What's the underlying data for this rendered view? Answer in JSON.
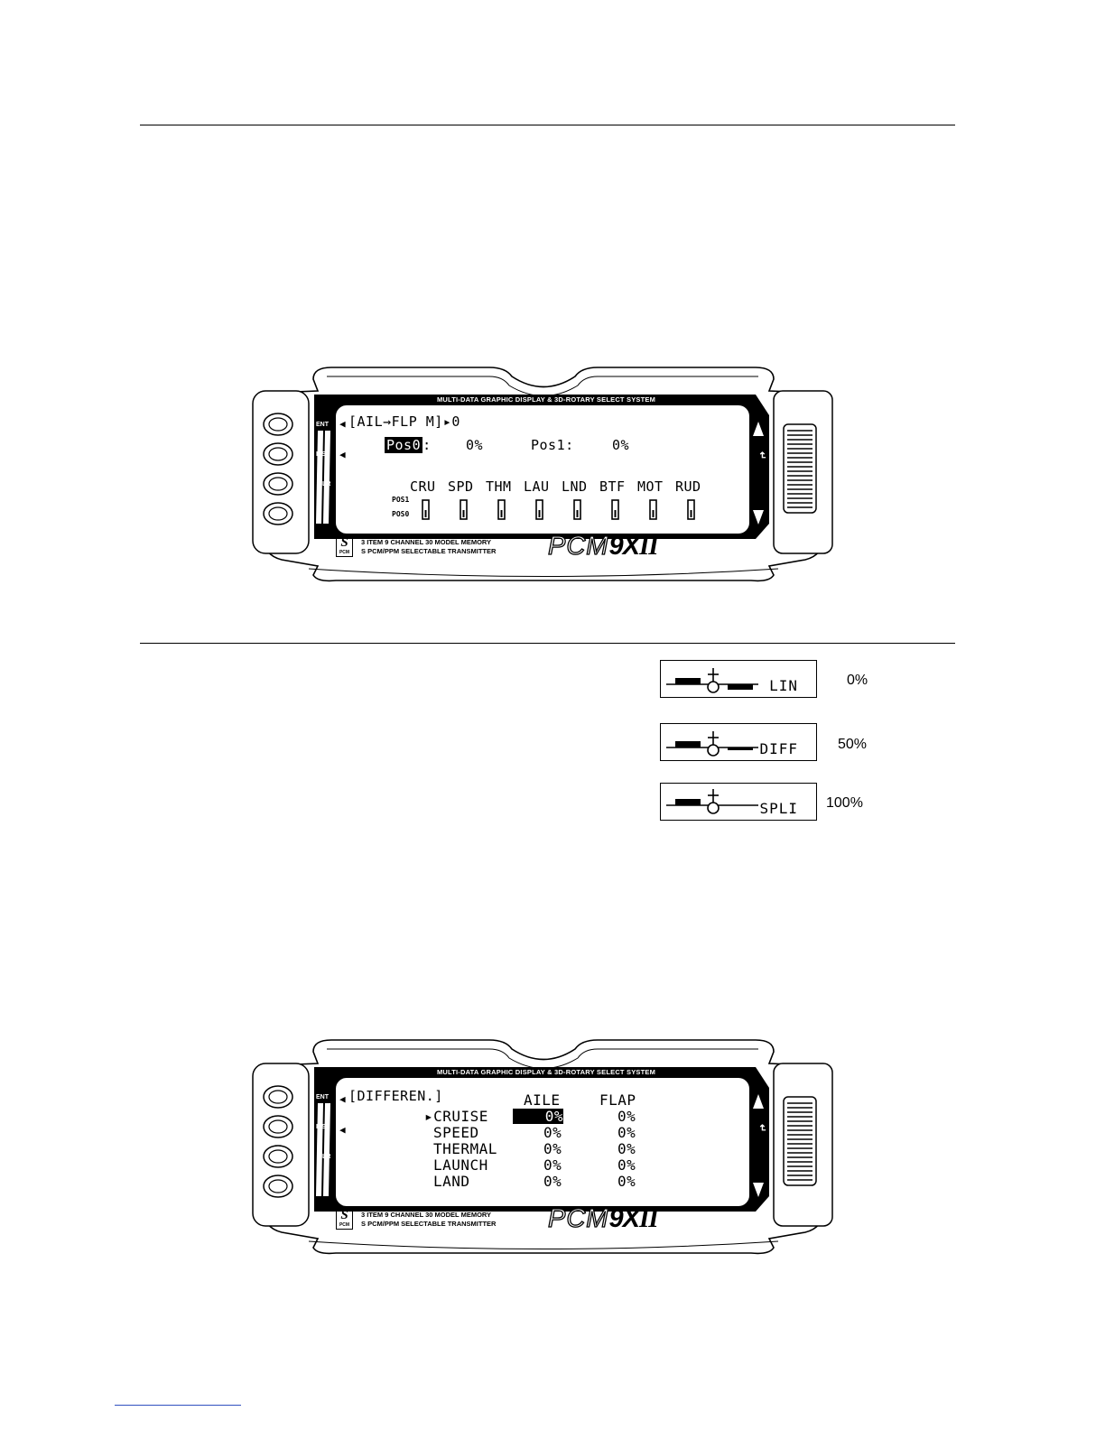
{
  "screen1": {
    "header": "MULTI-DATA GRAPHIC DISPLAY & 3D-ROTARY SELECT SYSTEM",
    "buttons": [
      "ENT",
      "LIST",
      "CLR"
    ],
    "title": "[AIL→FLP M]▸0",
    "pos0_label": "Pos0",
    "pos0_colon": ":",
    "pos0_value": "0%",
    "pos1_label": "Pos1:",
    "pos1_value": "0%",
    "modes": [
      "CRU",
      "SPD",
      "THM",
      "LAU",
      "LND",
      "BTF",
      "MOT",
      "RUD"
    ],
    "pos1_tag": "POS1",
    "pos0_tag": "POS0"
  },
  "screen2": {
    "header": "MULTI-DATA GRAPHIC DISPLAY & 3D-ROTARY SELECT SYSTEM",
    "buttons": [
      "ENT",
      "LIST",
      "CLR"
    ],
    "title": "[DIFFEREN.]",
    "col_aile": "AILE",
    "col_flap": "FLAP",
    "rows": [
      {
        "name": "▸CRUISE",
        "aile": "0%",
        "flap": "0%"
      },
      {
        "name": "SPEED",
        "aile": "0%",
        "flap": "0%"
      },
      {
        "name": "THERMAL",
        "aile": "0%",
        "flap": "0%"
      },
      {
        "name": "LAUNCH",
        "aile": "0%",
        "flap": "0%"
      },
      {
        "name": "LAND",
        "aile": "0%",
        "flap": "0%"
      }
    ]
  },
  "brand": {
    "s_letter": "S",
    "s_sub": "PCM",
    "line1": "3 ITEM  9 CHANNEL  30 MODEL MEMORY",
    "line2": "S PCM/PPM SELECTABLE TRANSMITTER",
    "logo_pcm": "PCM",
    "logo_9x": "9X",
    "logo_ii": "II"
  },
  "differential": [
    {
      "label": "LIN",
      "percent": "0%"
    },
    {
      "label": "DIFF",
      "percent": "50%"
    },
    {
      "label": "SPLI",
      "percent": "100%"
    }
  ]
}
